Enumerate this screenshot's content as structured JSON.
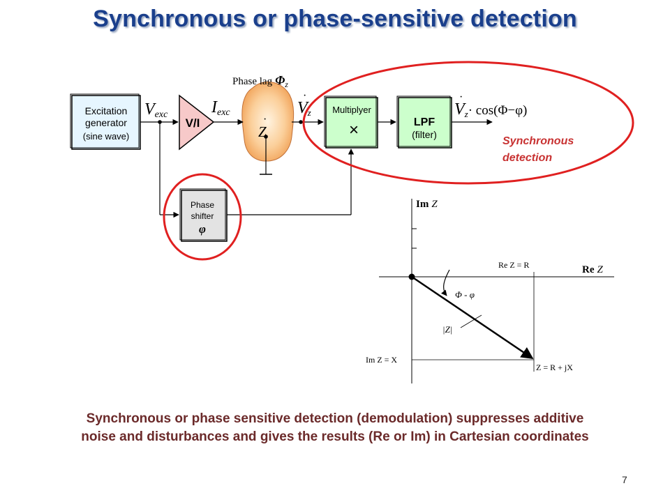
{
  "title": "Synchronous or phase-sensitive detection",
  "blocks": {
    "excitation": [
      "Excitation",
      "generator",
      "(sine wave)"
    ],
    "vi": "V/I",
    "multiplier": "Multiplyer",
    "multiplier_symbol": "×",
    "lpf": "LPF",
    "lpf_sub": "(filter)",
    "phase_shifter": [
      "Phase",
      "shifter"
    ],
    "phi_symbol": "φ"
  },
  "signals": {
    "phase_lag_text": "Phase lag",
    "phase_lag_symbol": "Φ",
    "phase_lag_sub": "z",
    "v_exc": "V",
    "v_exc_sub": "exc",
    "i_exc": "I",
    "i_exc_sub": "exc",
    "z": "Z",
    "v_z": "V",
    "v_z_sub": "z",
    "output_tail": "· cos(Φ−φ)"
  },
  "sync_label": [
    "Synchronous",
    "detection"
  ],
  "phasor": {
    "im_axis_bold": "Im",
    "re_axis_bold": "Re",
    "axis_z": "Z",
    "re_eq": "Re Z = R",
    "im_eq": "Im Z = X",
    "angle": "Φ - φ",
    "magnitude": "|Z|",
    "tip": "Z = R + jX"
  },
  "caption": [
    "Synchronous or phase sensitive detection (demodulation) suppresses additive",
    "noise and disturbances and gives the results (Re or Im) in Cartesian coordinates"
  ],
  "page_number": "7",
  "colors": {
    "title": "#1a3f8c",
    "caption": "#6b2a2a",
    "highlight": "#e02020",
    "excitation_fill": "#e6f6ff",
    "vi_fill": "#f7c9c9",
    "block_green": "#ccffcc",
    "shifter_fill": "#e3e3e3",
    "impedance_fill": "#f7b47a"
  }
}
